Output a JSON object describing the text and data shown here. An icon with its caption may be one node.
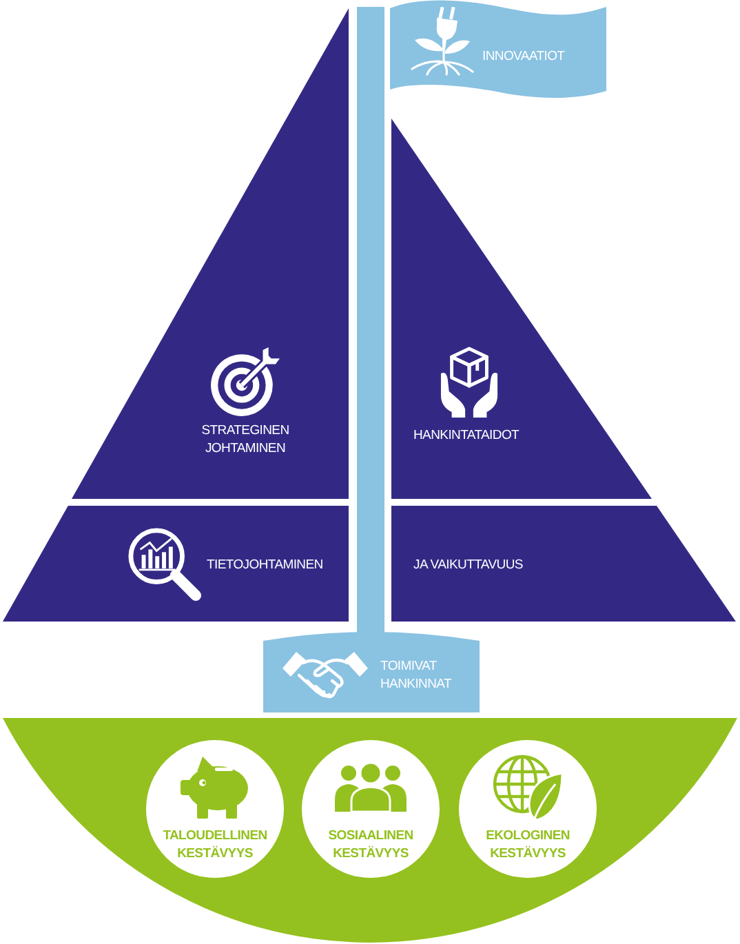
{
  "diagram": {
    "nodes": [
      {
        "text": [
          "INNOVAATIOT"
        ]
      },
      {
        "text": [
          "STRATEGINEN JOHTAMINEN"
        ]
      },
      {
        "text": [
          "HANKINTATAIDOT"
        ]
      },
      {
        "text": [
          "TIETOJOHTAMINEN"
        ]
      },
      {
        "text": [
          "JA VAIKUTTAVUUS"
        ]
      },
      {
        "text": [
          "TOIMIVAT HANKINNAT"
        ]
      },
      {
        "text": [
          "TALOUDELLINEN KESTÄVYYS"
        ]
      },
      {
        "text": [
          "SOSIAALINEN KESTÄVYYS"
        ]
      },
      {
        "text": [
          "EKOLOGINEN KESTÄVYYS"
        ]
      }
    ]
  }
}
